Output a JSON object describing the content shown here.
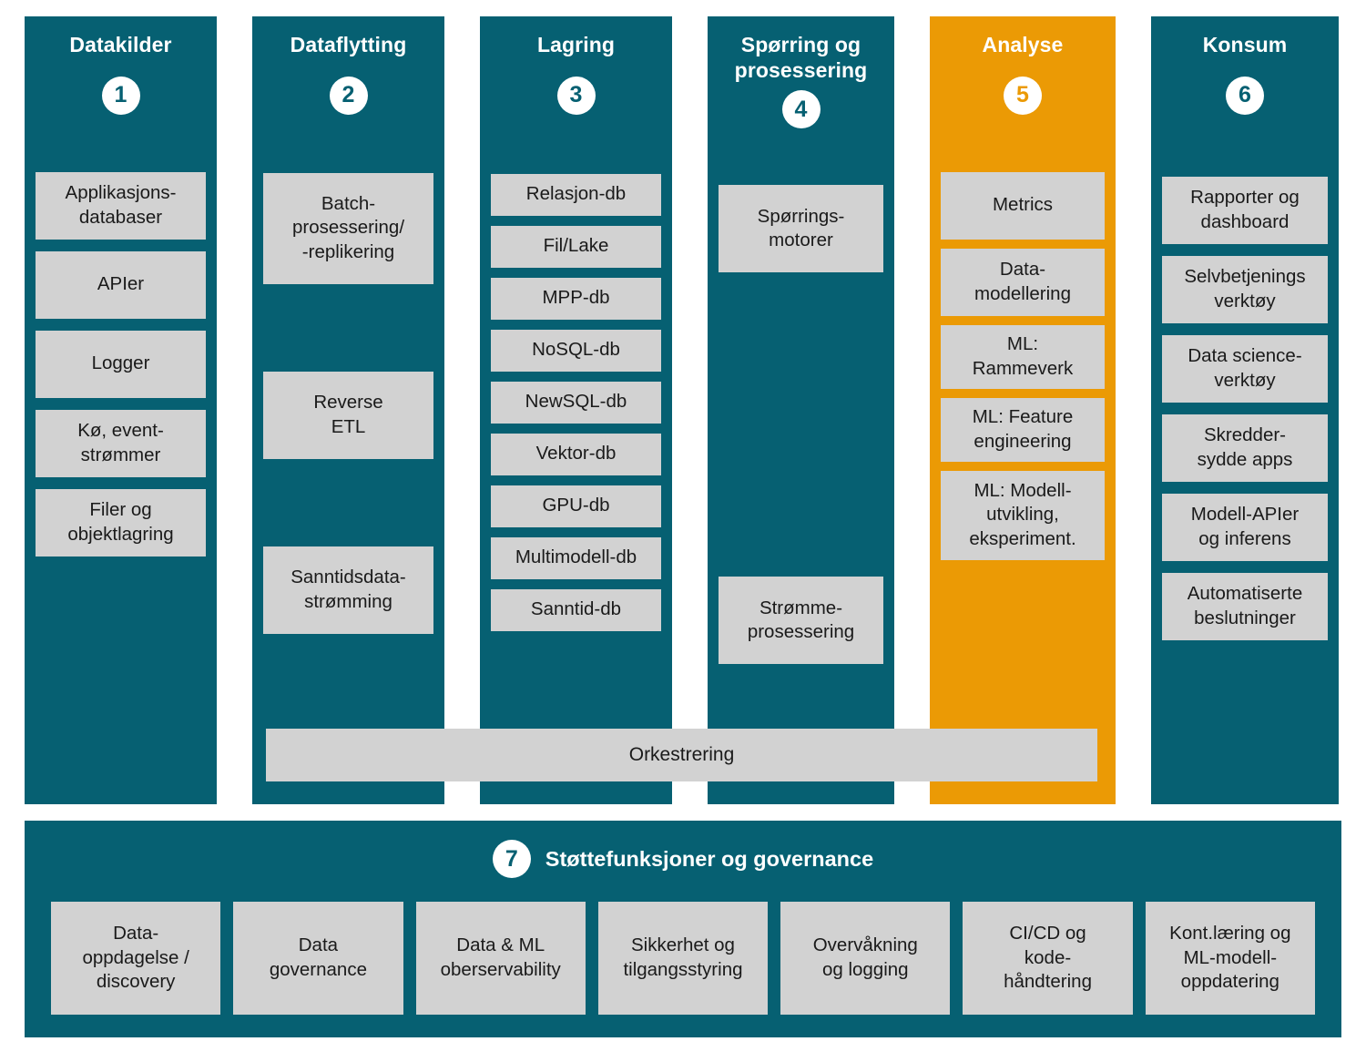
{
  "diagram": {
    "colors": {
      "primary_teal": "#066072",
      "accent_orange": "#eb9a05",
      "box_gray": "#d2d2d2",
      "text_dark": "#1a1a1a",
      "text_light": "#ffffff"
    },
    "columns": [
      {
        "number": "1",
        "title": "Datakilder",
        "accent": false,
        "items": [
          {
            "label": "Applikasjons-\ndatabaser",
            "height": 74
          },
          {
            "label": "APIer",
            "height": 74
          },
          {
            "label": "Logger",
            "height": 74
          },
          {
            "label": "Kø, event-\nstrømmer",
            "height": 74
          },
          {
            "label": "Filer og\nobjektlagring",
            "height": 74
          }
        ]
      },
      {
        "number": "2",
        "title": "Dataflytting",
        "accent": false,
        "items": [
          {
            "label": "Batch-\nprosessering/\n-replikering",
            "height": 122
          },
          {
            "label": "Reverse\nETL",
            "height": 96
          },
          {
            "label": "Sanntidsdata-\nstrømming",
            "height": 96
          }
        ]
      },
      {
        "number": "3",
        "title": "Lagring",
        "accent": false,
        "items": [
          {
            "label": "Relasjon-db",
            "height": 46
          },
          {
            "label": "Fil/Lake",
            "height": 46
          },
          {
            "label": "MPP-db",
            "height": 46
          },
          {
            "label": "NoSQL-db",
            "height": 46
          },
          {
            "label": "NewSQL-db",
            "height": 46
          },
          {
            "label": "Vektor-db",
            "height": 46
          },
          {
            "label": "GPU-db",
            "height": 46
          },
          {
            "label": "Multimodell-db",
            "height": 46
          },
          {
            "label": "Sanntid-db",
            "height": 46
          }
        ]
      },
      {
        "number": "4",
        "title": "Spørring og\nprosessering",
        "accent": false,
        "items": [
          {
            "label": "Spørrings-\nmotorer",
            "height": 96
          },
          {
            "label": "Strømme-\nprosessering",
            "height": 96
          }
        ]
      },
      {
        "number": "5",
        "title": "Analyse",
        "accent": true,
        "items": [
          {
            "label": "Metrics",
            "height": 74
          },
          {
            "label": "Data-\nmodellering",
            "height": 74
          },
          {
            "label": "ML:\nRammeverk",
            "height": 70
          },
          {
            "label": "ML: Feature\nengineering",
            "height": 70
          },
          {
            "label": "ML: Modell-\nutvikling,\neksperiment.",
            "height": 98
          }
        ]
      },
      {
        "number": "6",
        "title": "Konsum",
        "accent": false,
        "items": [
          {
            "label": "Rapporter og\ndashboard",
            "height": 74
          },
          {
            "label": "Selvbetjenings\nverktøy",
            "height": 74
          },
          {
            "label": "Data science-\nverktøy",
            "height": 74
          },
          {
            "label": "Skredder-\nsydde apps",
            "height": 74
          },
          {
            "label": "Modell-APIer\nog inferens",
            "height": 74
          },
          {
            "label": "Automatiserte\nbeslutninger",
            "height": 74
          }
        ]
      }
    ],
    "orchestration": {
      "label": "Orkestrering"
    },
    "support": {
      "number": "7",
      "title": "Støttefunksjoner og governance",
      "items": [
        {
          "label": "Data-\noppdagelse /\ndiscovery"
        },
        {
          "label": "Data\ngovernance"
        },
        {
          "label": "Data & ML\noberservability"
        },
        {
          "label": "Sikkerhet og\ntilgangsstyring"
        },
        {
          "label": "Overvåkning\nog logging"
        },
        {
          "label": "CI/CD og\nkode-\nhåndtering"
        },
        {
          "label": "Kont.læring og\nML-modell-\noppdatering"
        }
      ]
    }
  }
}
